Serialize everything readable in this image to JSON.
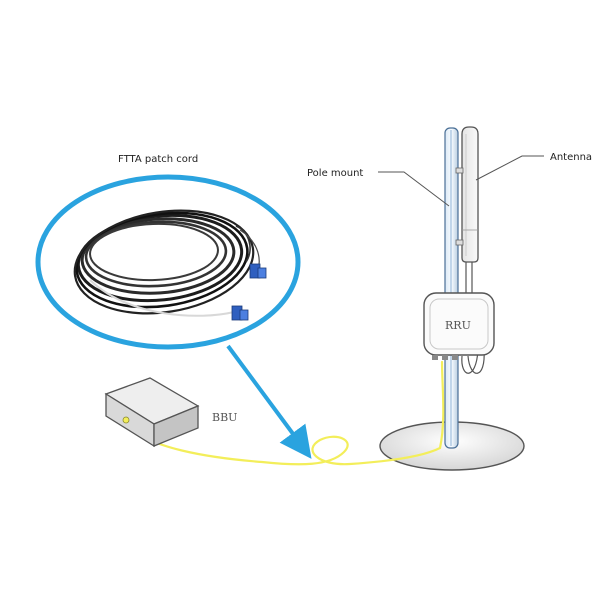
{
  "labels": {
    "patch_cord": "FTTA patch cord",
    "pole_mount": "Pole mount",
    "antenna": "Antenna",
    "rru": "RRU",
    "bbu": "BBU"
  },
  "colors": {
    "highlight_circle": "#2aa3df",
    "arrow": "#2aa3df",
    "fiber": "#f3ee5a",
    "pole": "#7fa7cc",
    "outline": "#555555"
  }
}
